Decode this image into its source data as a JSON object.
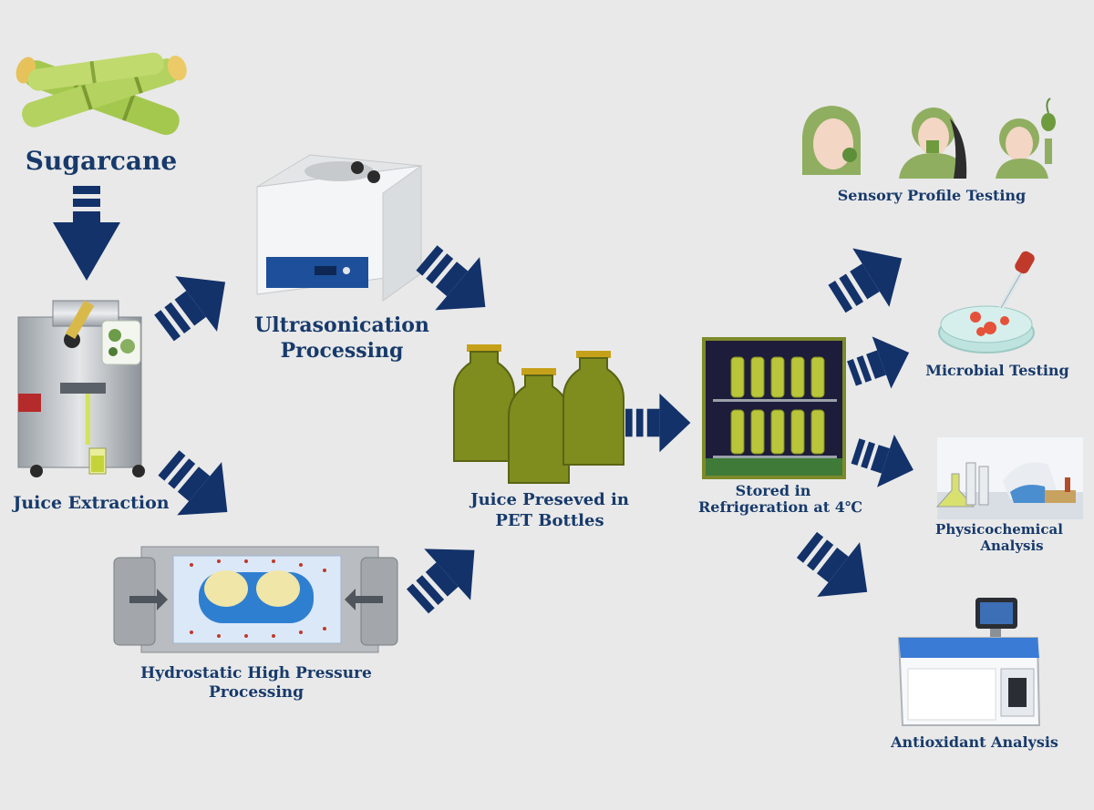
{
  "labels": {
    "sugarcane": "Sugarcane",
    "juice_extraction": "Juice Extraction",
    "ultrasonication": [
      "Ultrasonication",
      "Processing"
    ],
    "hhp": [
      "Hydrostatic High Pressure",
      "Processing"
    ],
    "pet_bottles": [
      "Juice Preseved in",
      "PET Bottles"
    ],
    "refrigeration": [
      "Stored in",
      "Refrigeration at 4℃"
    ],
    "sensory": "Sensory Profile Testing",
    "microbial": "Microbial Testing",
    "physicochemical": [
      "Physicochemical",
      "Analysis"
    ],
    "antioxidant": "Antioxidant Analysis"
  },
  "colors": {
    "background": "#e9e9e9",
    "arrow": "#13326a",
    "text": "#173a6b",
    "juice_green": "#7f8c1e",
    "bottle_cap": "#c5a11a",
    "cane_green": "#9cc04a"
  },
  "icons": {
    "sugarcane": "sugarcane-stalks-icon",
    "juicer": "juice-extractor-machine-icon",
    "ultrasonic_bath": "ultrasonic-bath-icon",
    "pressure_vessel": "high-pressure-vessel-icon",
    "bottles": "pet-bottles-icon",
    "fridge": "refrigerator-icon",
    "sensory": "sensory-panel-people-icon",
    "petri": "petri-dish-dropper-icon",
    "lab": "laboratory-analysis-icon",
    "analyzer": "spectrophotometer-icon"
  }
}
